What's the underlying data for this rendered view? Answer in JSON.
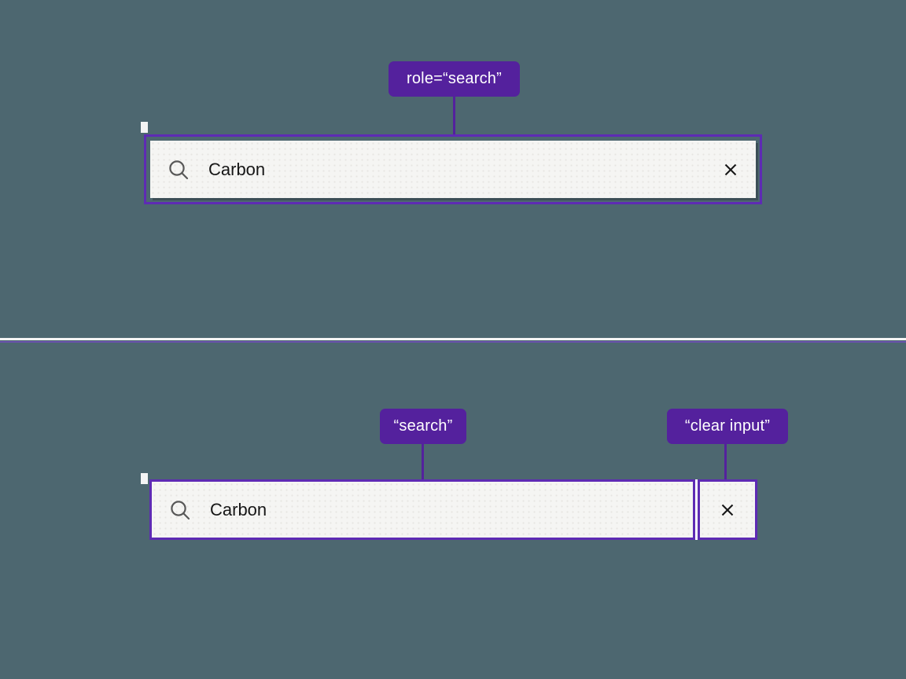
{
  "page": {
    "background_color": "#4d6770",
    "badge_color": "#54219d",
    "outline_color": "#5e2bb4",
    "field_color": "#f5f5f3",
    "text_color": "#161616"
  },
  "icons": {
    "search": "search-icon",
    "clear": "close-icon"
  },
  "top_figure": {
    "annotation_role": "role=“search”",
    "search": {
      "value": "Carbon"
    }
  },
  "bottom_figure": {
    "annotation_search": "“search”",
    "annotation_clear": "“clear input”",
    "search": {
      "value": "Carbon"
    }
  }
}
